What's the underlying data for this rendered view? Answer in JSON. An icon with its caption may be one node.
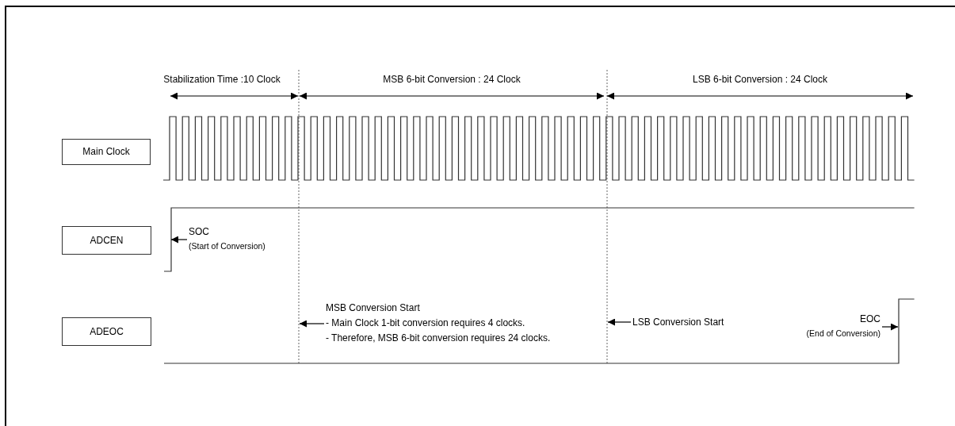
{
  "diagram": {
    "nodes": [
      {
        "text": [
          "Main Clock"
        ]
      },
      {
        "text": [
          "ADCEN"
        ]
      },
      {
        "text": [
          "ADEOC"
        ]
      },
      {
        "text": [
          "SOC",
          "(Start of Conversion)"
        ]
      },
      {
        "text": [
          "MSB Conversion Start",
          "- Main Clock 1-bit conversion requires 4 clocks.",
          "- Therefore, MSB 6-bit conversion requires 24 clocks."
        ]
      },
      {
        "text": [
          "LSB Conversion Start"
        ]
      },
      {
        "text": [
          "EOC",
          "(End of Conversion)"
        ]
      }
    ],
    "edges": [
      {
        "from": 3,
        "to": null,
        "arrow": "to"
      },
      {
        "from": 4,
        "to": null,
        "arrow": "to"
      },
      {
        "from": 5,
        "to": null,
        "arrow": "to"
      },
      {
        "from": 6,
        "to": null,
        "arrow": "to"
      }
    ],
    "labels": [
      "Stabilization Time :10 Clock",
      "MSB 6-bit Conversion : 24 Clock",
      "LSB 6-bit Conversion : 24 Clock"
    ]
  }
}
